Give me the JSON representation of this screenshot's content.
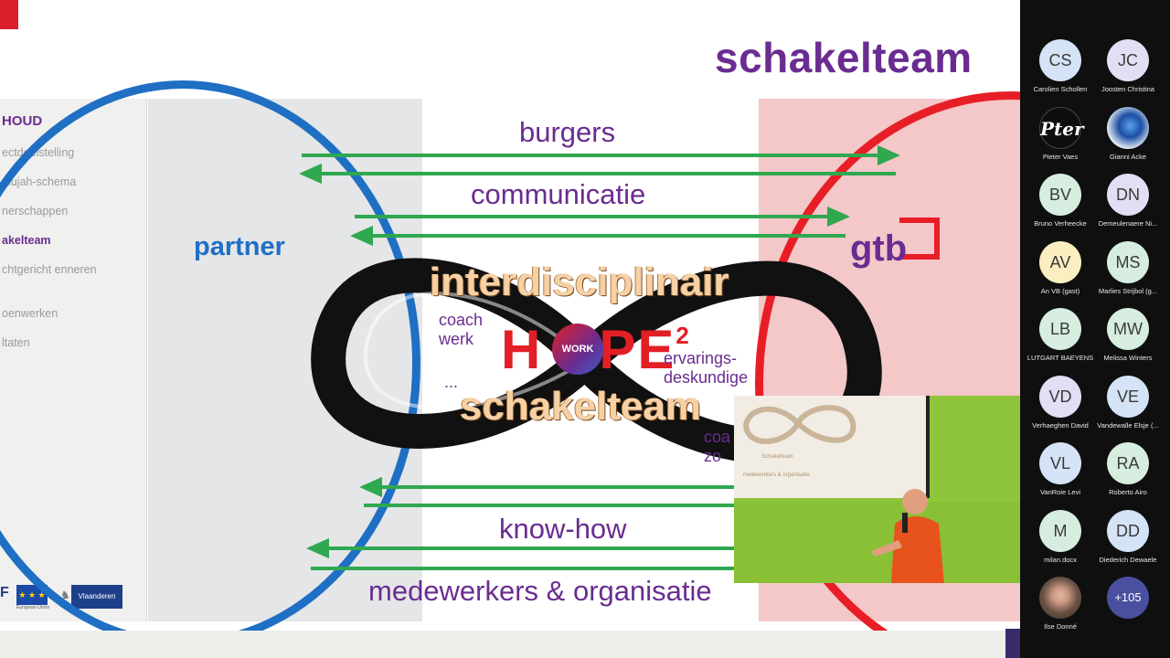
{
  "slide": {
    "title": "schakelteam",
    "sidebar": {
      "heading": "HOUD",
      "items": [
        {
          "label": "ectdoelstelling",
          "active": false
        },
        {
          "label": "elujah-schema",
          "active": false
        },
        {
          "label": "nerschappen",
          "active": false
        },
        {
          "label": "akelteam",
          "active": true
        },
        {
          "label": "chtgericht enneren",
          "active": false
        },
        {
          "label": "oenwerken",
          "active": false
        },
        {
          "label": "ltaten",
          "active": false
        }
      ]
    },
    "logos": {
      "f": "F",
      "eu_caption": "European Union",
      "vlaanderen": "Vlaanderen"
    },
    "left_label": "partner",
    "right_label": "gtb",
    "flows": [
      "burgers",
      "communicatie",
      "know-how",
      "medewerkers & organisatie"
    ],
    "center": {
      "top_word": "interdisciplinair",
      "hope": "H",
      "hope_tail": "PE",
      "hope_sup": "2",
      "hope_o_text": "WORK",
      "bottom_word": "schakelteam",
      "coach_werk": "coach werk",
      "ellipsis": "...",
      "ervarings": "ervarings- deskundige",
      "coach_zorg": "coa zo"
    },
    "colors": {
      "purple": "#6a2c91",
      "blue": "#1f6fc4",
      "red": "#e81e27",
      "green": "#2fa84f"
    }
  },
  "inset_video": {
    "screen_title": "Schakelteam",
    "screen_subtitle": "medewerkers & organisatie"
  },
  "participants": [
    {
      "initials": "CS",
      "name": "Carolien Schollen",
      "style": "av-blue"
    },
    {
      "initials": "JC",
      "name": "Joosten Christina",
      "style": "av-lav"
    },
    {
      "initials": "Pter",
      "name": "Pieter Vaes",
      "style": "av-img-dark"
    },
    {
      "initials": "",
      "name": "Gianni Acke",
      "style": "av-img-blue"
    },
    {
      "initials": "BV",
      "name": "Bruno Verheecke",
      "style": "av-green"
    },
    {
      "initials": "DN",
      "name": "Demeulenaere Ni...",
      "style": "av-lav"
    },
    {
      "initials": "AV",
      "name": "An VB (gast)",
      "style": "av-yellow"
    },
    {
      "initials": "MS",
      "name": "Marlies Strijbol (g...",
      "style": "av-green"
    },
    {
      "initials": "LB",
      "name": "LUTGART BAEYENS",
      "style": "av-green"
    },
    {
      "initials": "MW",
      "name": "Melissa Winters",
      "style": "av-green"
    },
    {
      "initials": "VD",
      "name": "Verhaeghen David",
      "style": "av-lav"
    },
    {
      "initials": "VE",
      "name": "Vandewalle Elsje (...",
      "style": "av-blue"
    },
    {
      "initials": "VL",
      "name": "VanRoie Levi",
      "style": "av-blue"
    },
    {
      "initials": "RA",
      "name": "Roberto Airo",
      "style": "av-green"
    },
    {
      "initials": "M",
      "name": "milan.docx",
      "style": "av-green"
    },
    {
      "initials": "DD",
      "name": "Diederich Dewaele",
      "style": "av-blue"
    },
    {
      "initials": "",
      "name": "Ilse Donné",
      "style": "av-img-photo"
    },
    {
      "initials": "+105",
      "name": "",
      "style": "av-more"
    }
  ]
}
